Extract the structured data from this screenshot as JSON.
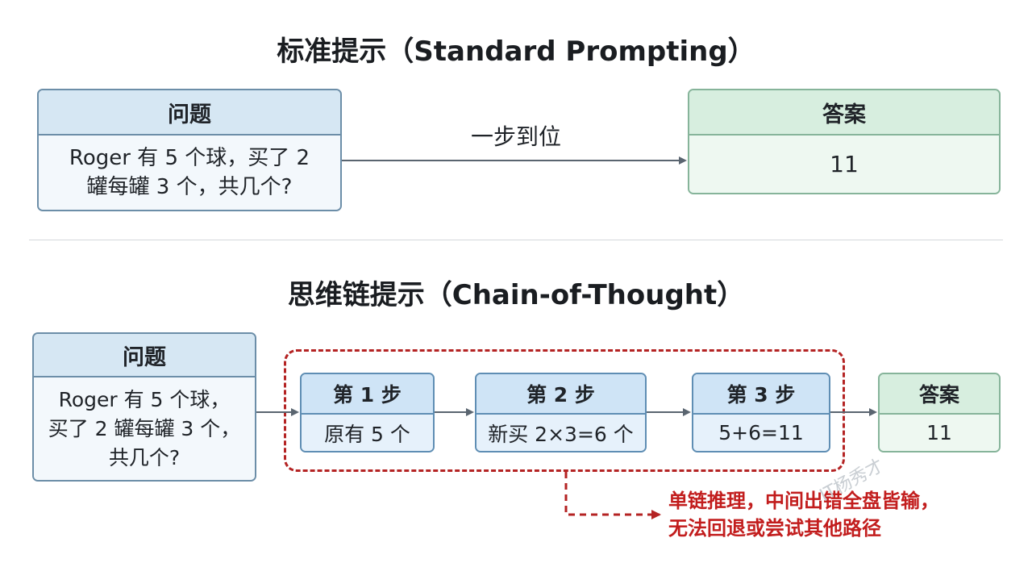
{
  "standard": {
    "title": "标准提示（Standard Prompting）",
    "question": {
      "header": "问题",
      "text_line1": "Roger 有 5 个球，买了 2",
      "text_line2": "罐每罐 3 个，共几个?"
    },
    "edge_label": "一步到位",
    "answer": {
      "header": "答案",
      "value": "11"
    }
  },
  "cot": {
    "title": "思维链提示（Chain-of-Thought）",
    "question": {
      "header": "问题",
      "text_line1": "Roger 有 5 个球，",
      "text_line2": "买了 2 罐每罐 3 个，",
      "text_line3": "共几个?"
    },
    "steps": [
      {
        "header": "第 1 步",
        "text": "原有 5 个"
      },
      {
        "header": "第 2 步",
        "text": "新买 2×3=6 个"
      },
      {
        "header": "第 3 步",
        "text": "5+6=11"
      }
    ],
    "answer": {
      "header": "答案",
      "value": "11"
    },
    "note_line1": "单链推理，中间出错全盘皆输，",
    "note_line2": "无法回退或尝试其他路径"
  },
  "watermark": "IT杨秀才",
  "colors": {
    "question_fill": "#d6e7f3",
    "answer_fill": "#d7eedf",
    "step_fill": "#cfe4f6",
    "highlight_red": "#b42323",
    "arrow_gray": "#5a6570"
  }
}
